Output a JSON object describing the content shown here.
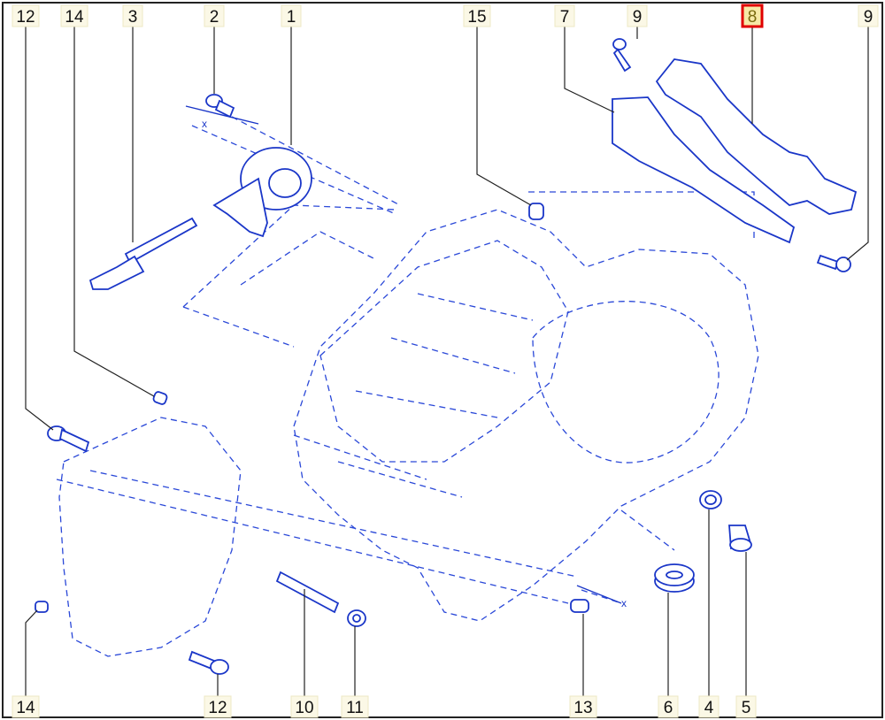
{
  "diagram": {
    "selected_callout": "8",
    "colors": {
      "line": "#1a36c8",
      "highlight": "#e00000",
      "label_bg": "#fbf8e6"
    },
    "dimension_marker": "x",
    "callouts_top": [
      "12",
      "14",
      "3",
      "2",
      "1",
      "15",
      "7",
      "9",
      "8",
      "9"
    ],
    "callouts_bottom": [
      "14",
      "12",
      "10",
      "11",
      "13",
      "6",
      "4",
      "5"
    ]
  }
}
